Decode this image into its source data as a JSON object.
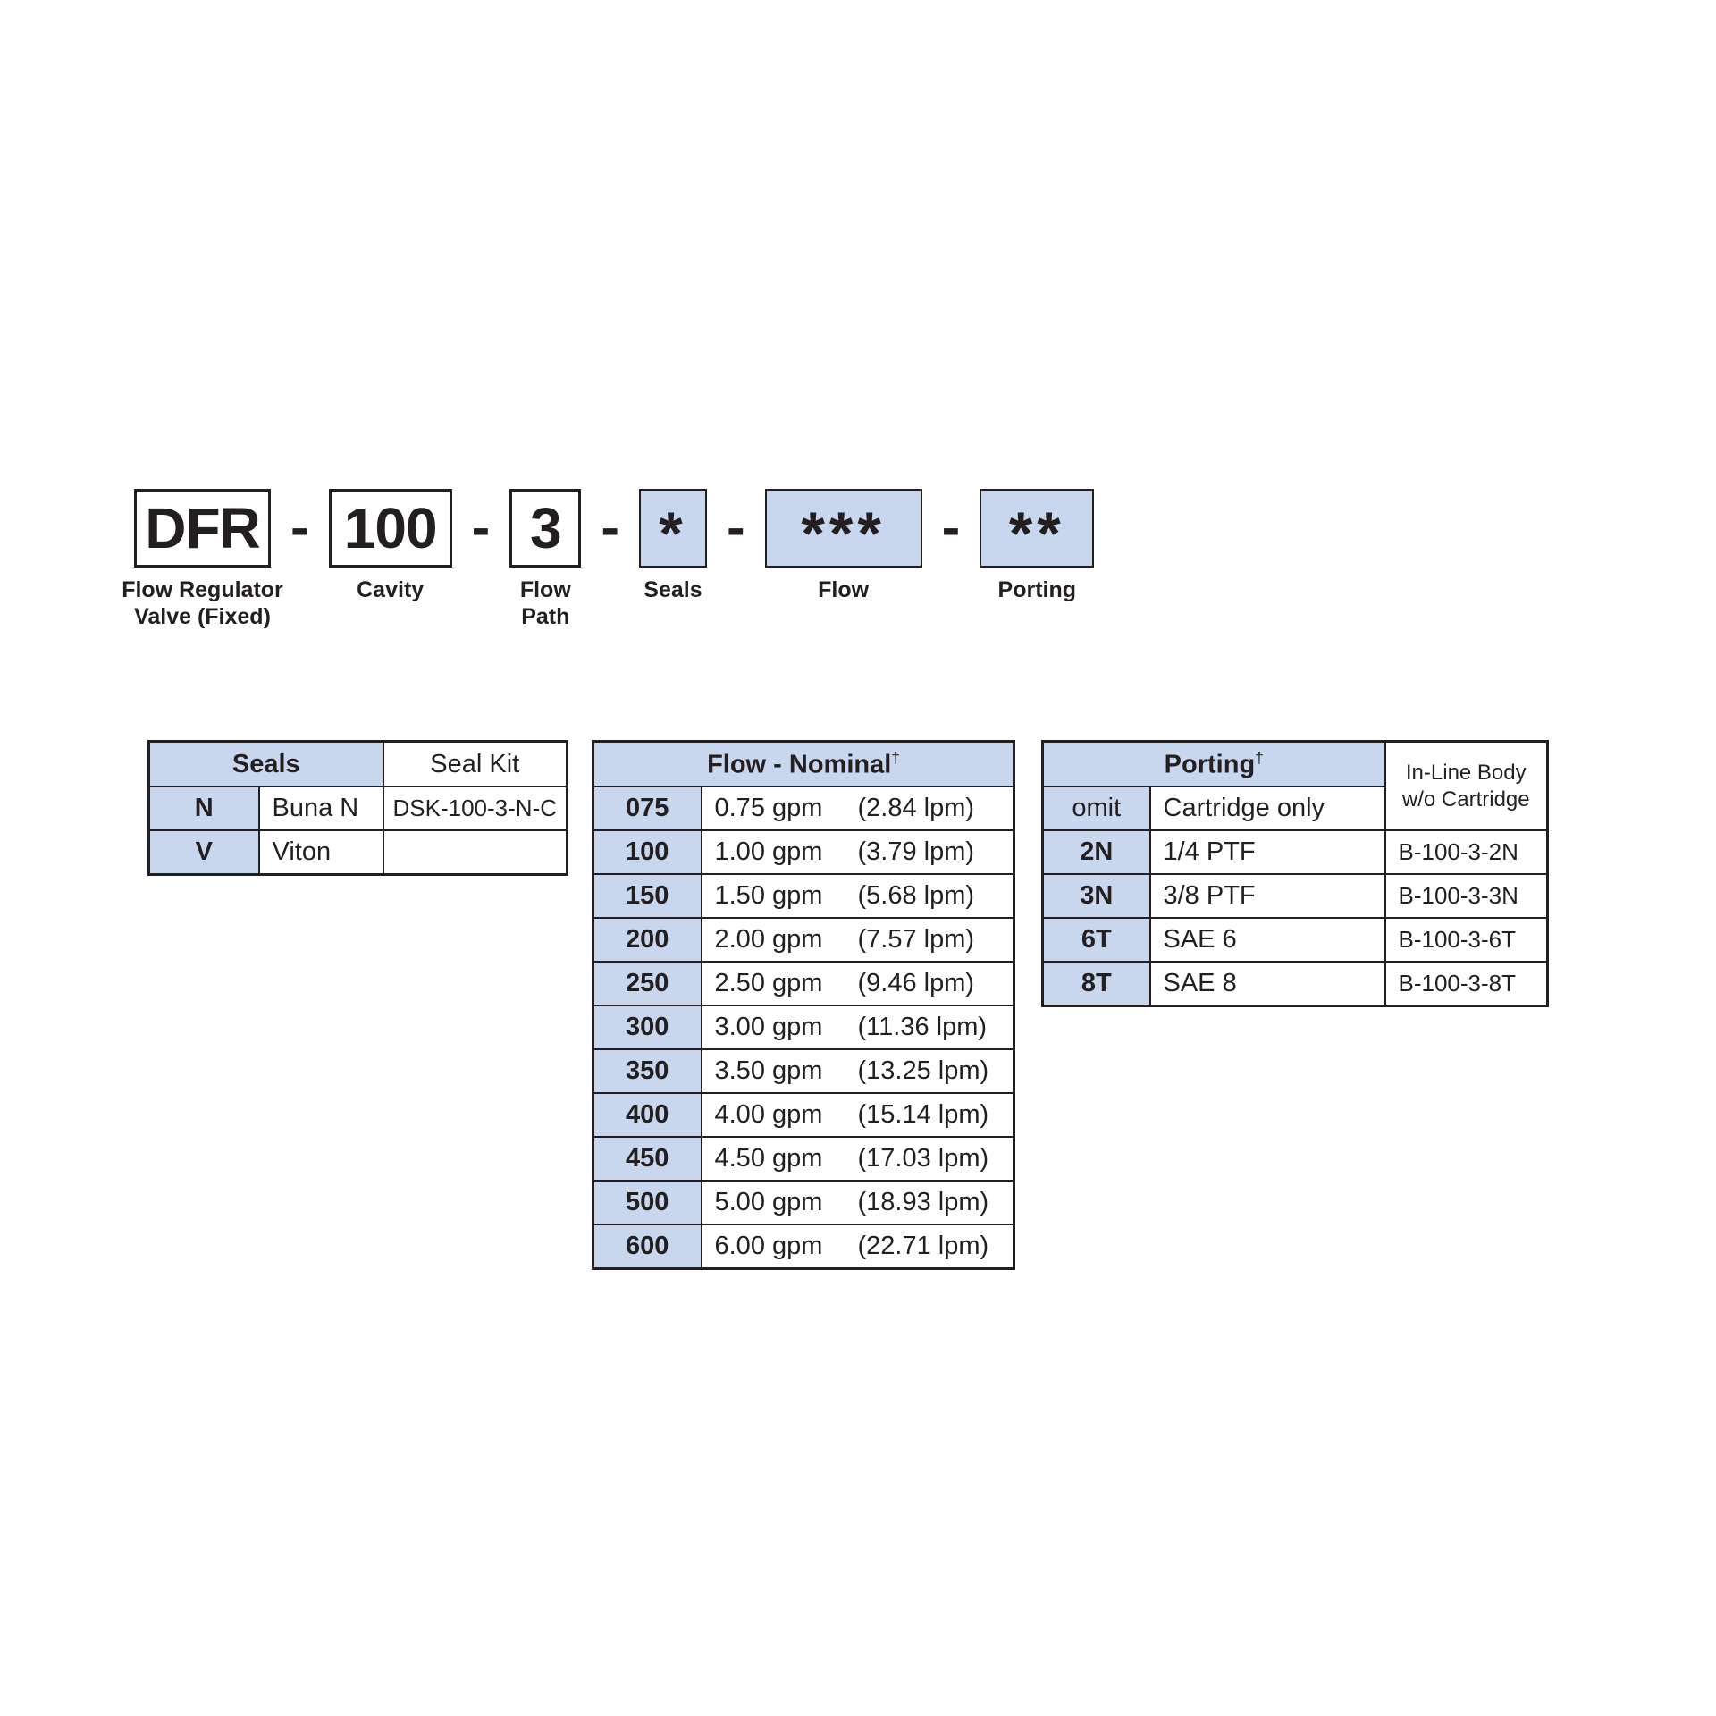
{
  "model_code": {
    "separator": "-",
    "segments": [
      {
        "code": "DFR",
        "label_lines": [
          "Flow Regulator",
          "Valve (Fixed)"
        ],
        "highlight": false
      },
      {
        "code": "100",
        "label_lines": [
          "Cavity"
        ],
        "highlight": false
      },
      {
        "code": "3",
        "label_lines": [
          "Flow",
          "Path"
        ],
        "highlight": false
      },
      {
        "code": "*",
        "label_lines": [
          "Seals"
        ],
        "highlight": true
      },
      {
        "code": "***",
        "label_lines": [
          "Flow"
        ],
        "highlight": true
      },
      {
        "code": "**",
        "label_lines": [
          "Porting"
        ],
        "highlight": true
      }
    ]
  },
  "seals_table": {
    "title": "Seals",
    "kit_header": "Seal Kit",
    "rows": [
      {
        "code": "N",
        "material": "Buna N",
        "kit": "DSK-100-3-N-C"
      },
      {
        "code": "V",
        "material": "Viton",
        "kit": ""
      }
    ]
  },
  "flow_table": {
    "title": "Flow - Nominal",
    "dagger": "†",
    "rows": [
      {
        "code": "075",
        "gpm": "0.75 gpm",
        "lpm": "(2.84 lpm)"
      },
      {
        "code": "100",
        "gpm": "1.00 gpm",
        "lpm": "(3.79 lpm)"
      },
      {
        "code": "150",
        "gpm": "1.50 gpm",
        "lpm": "(5.68 lpm)"
      },
      {
        "code": "200",
        "gpm": "2.00 gpm",
        "lpm": "(7.57 lpm)"
      },
      {
        "code": "250",
        "gpm": "2.50 gpm",
        "lpm": "(9.46 lpm)"
      },
      {
        "code": "300",
        "gpm": "3.00 gpm",
        "lpm": "(11.36 lpm)"
      },
      {
        "code": "350",
        "gpm": "3.50 gpm",
        "lpm": "(13.25 lpm)"
      },
      {
        "code": "400",
        "gpm": "4.00 gpm",
        "lpm": "(15.14 lpm)"
      },
      {
        "code": "450",
        "gpm": "4.50 gpm",
        "lpm": "(17.03 lpm)"
      },
      {
        "code": "500",
        "gpm": "5.00 gpm",
        "lpm": "(18.93 lpm)"
      },
      {
        "code": "600",
        "gpm": "6.00 gpm",
        "lpm": "(22.71 lpm)"
      }
    ]
  },
  "porting_table": {
    "title": "Porting",
    "dagger": "†",
    "inline_body_header_lines": [
      "In-Line Body",
      "w/o Cartridge"
    ],
    "rows": [
      {
        "code": "omit",
        "desc": "Cartridge only",
        "body": ""
      },
      {
        "code": "2N",
        "desc": "1/4 PTF",
        "body": "B-100-3-2N"
      },
      {
        "code": "3N",
        "desc": "3/8 PTF",
        "body": "B-100-3-3N"
      },
      {
        "code": "6T",
        "desc": "SAE 6",
        "body": "B-100-3-6T"
      },
      {
        "code": "8T",
        "desc": "SAE 8",
        "body": "B-100-3-8T"
      }
    ]
  },
  "colors": {
    "highlight": "#c9d7ee",
    "border": "#231f20",
    "text": "#231f20"
  }
}
